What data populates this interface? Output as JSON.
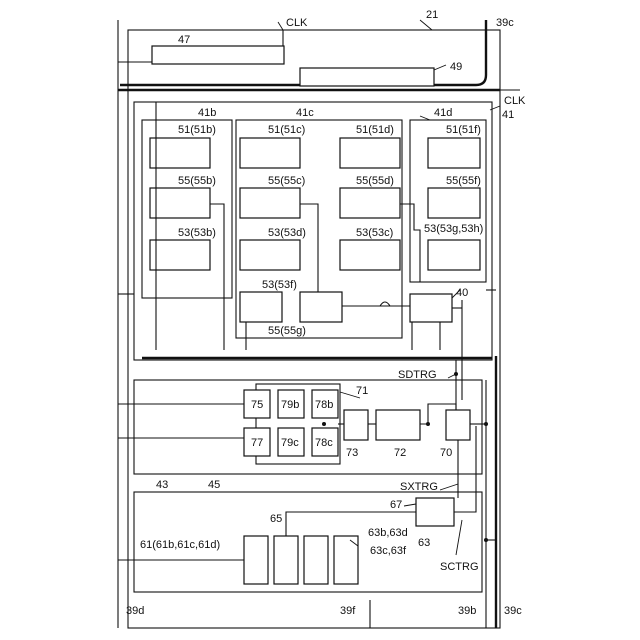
{
  "labels": {
    "ref_21": "21",
    "ref_39c_top": "39c",
    "clk_top": "CLK",
    "clk_right": "CLK",
    "ref_41": "41",
    "ref_47": "47",
    "ref_49": "49",
    "ref_41b": "41b",
    "ref_41c": "41c",
    "ref_41d": "41d",
    "b_51b": "51(51b)",
    "b_55b": "55(55b)",
    "b_53b": "53(53b)",
    "c_51c": "51(51c)",
    "c_51d": "51(51d)",
    "c_55c": "55(55c)",
    "c_55d": "55(55d)",
    "c_53d": "53(53d)",
    "c_53c": "53(53c)",
    "c_53f": "53(53f)",
    "c_55g": "55(55g)",
    "d_51f": "51(51f)",
    "d_55f": "55(55f)",
    "d_53gh": "53(53g,53h)",
    "ref_40": "40",
    "sdtrg": "SDTRG",
    "ref_71": "71",
    "r_75": "75",
    "r_79b": "79b",
    "r_78b": "78b",
    "r_77": "77",
    "r_79c": "79c",
    "r_78c": "78c",
    "r_73": "73",
    "r_72": "72",
    "r_70": "70",
    "ref_43": "43",
    "ref_45": "45",
    "sxtrg": "SXTRG",
    "ref_67": "67",
    "ref_65": "65",
    "ref_63b63d": "63b,63d",
    "ref_61": "61(61b,61c,61d)",
    "ref_63": "63",
    "ref_63c63f": "63c,63f",
    "sctrg": "SCTRG",
    "ref_39d": "39d",
    "ref_39f": "39f",
    "ref_39b": "39b",
    "ref_39c_bottom": "39c"
  }
}
